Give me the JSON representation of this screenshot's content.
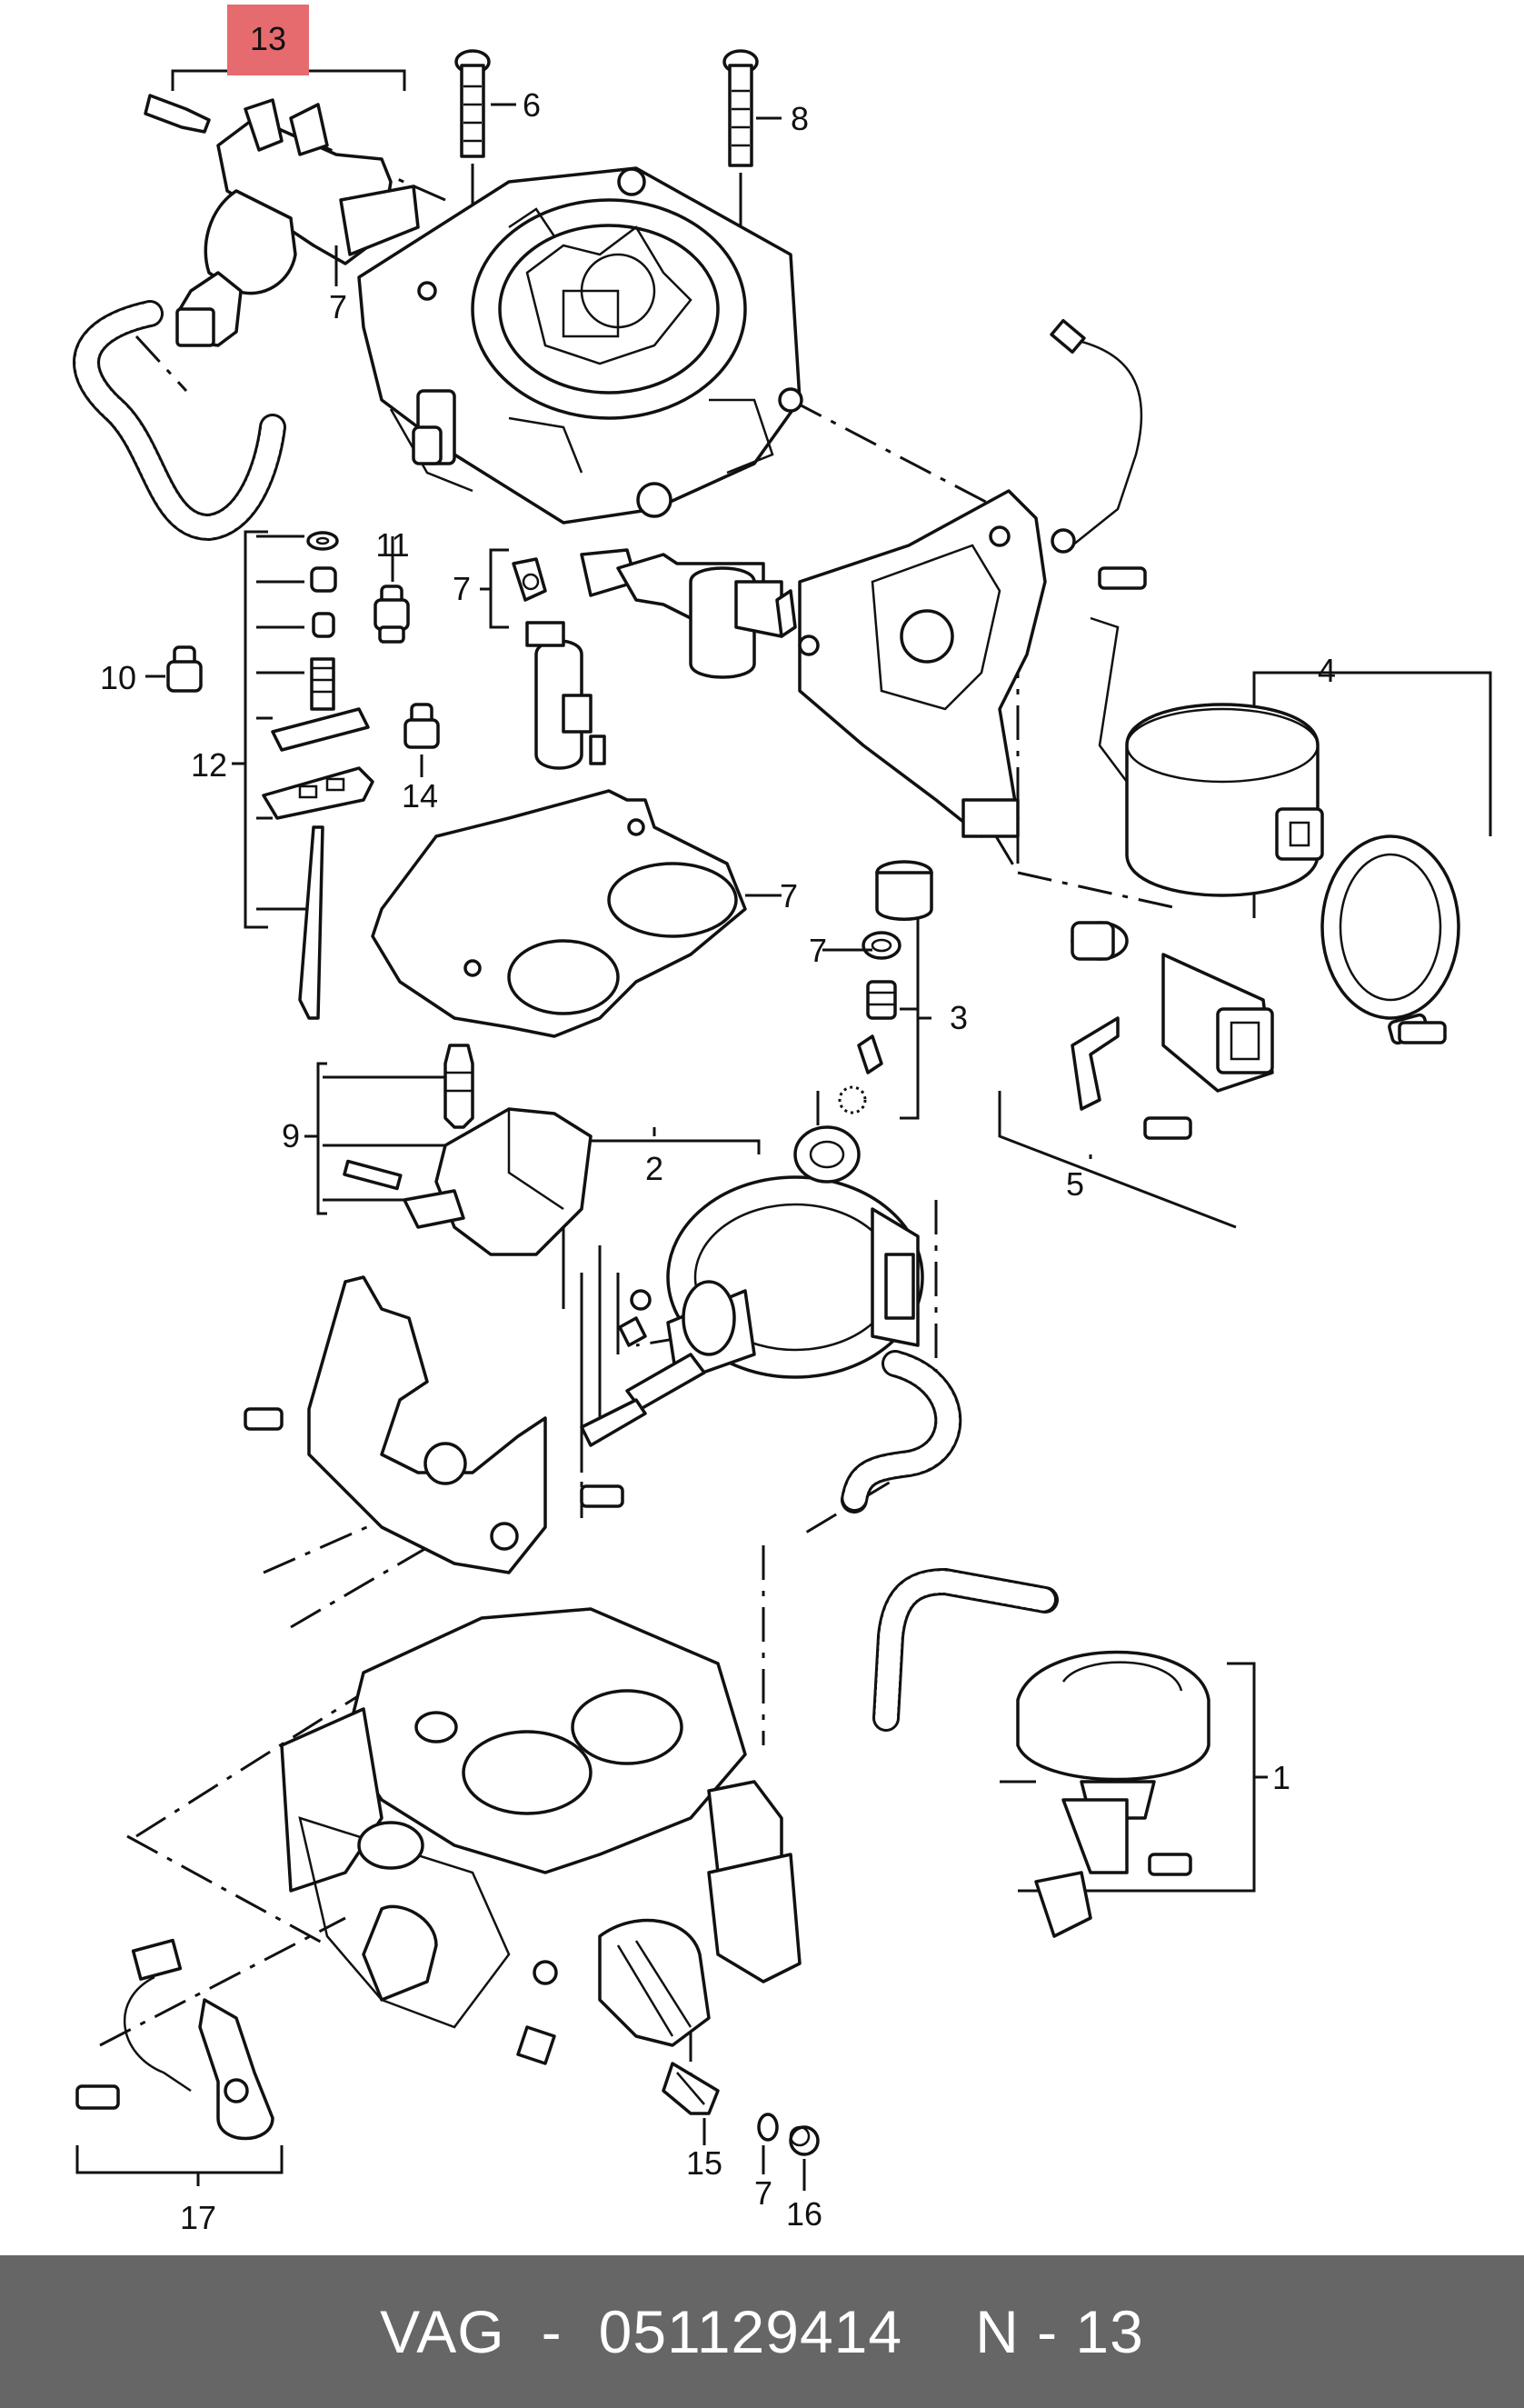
{
  "diagram": {
    "callouts": {
      "c1": "1",
      "c2": "2",
      "c3": "3",
      "c4": "4",
      "c5": "5",
      "c6": "6",
      "c7a": "7",
      "c7b": "7",
      "c7c": "7",
      "c7d": "7",
      "c7e": "7",
      "c8": "8",
      "c9": "9",
      "c10": "10",
      "c11": "11",
      "c12": "12",
      "c13": "13",
      "c14": "14",
      "c15": "15",
      "c16": "16",
      "c17": "17"
    },
    "highlighted_callout": "13",
    "highlight_color": "#e56b6f"
  },
  "footer": {
    "brand": "VAG",
    "separator": "-",
    "part_number": "051129414",
    "position": "N - 13",
    "background": "#666666"
  }
}
